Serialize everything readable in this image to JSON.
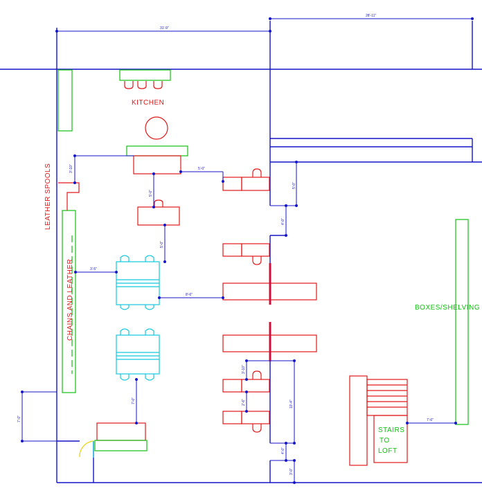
{
  "labels": {
    "kitchen": "KITCHEN",
    "leather_spools": "LEATHER SPOOLS",
    "chains_and_leather": "CHAINS AND LEATHER",
    "boxes_shelving": "BOXES/SHELVING",
    "stairs_line1": "STAIRS",
    "stairs_line2": "TO",
    "stairs_line3": "LOFT"
  },
  "dimensions": {
    "top_left": "31'-9\"",
    "top_right": "28'-11\"",
    "d1": "3'-10\"",
    "d2": "5'-0\"",
    "d3": "5'-0\"",
    "d4": "5'-0\"",
    "d5": "4'-0\"",
    "d6": "3'-5\"",
    "d7": "5'-0\"",
    "d8": "8'-6\"",
    "d9": "3'-10\"",
    "d10": "2'-6\"",
    "d11": "10'-4\"",
    "d12": "7'-0\"",
    "d13": "7'-0\"",
    "d14": "4'-0\"",
    "d15": "3'-0\"",
    "d16": "7'-6\""
  },
  "colors": {
    "walls": "#1414c8",
    "furniture": "#e01818",
    "shelving": "#10c010",
    "tables": "#10c8e0",
    "door_swing": "#e8d000"
  }
}
